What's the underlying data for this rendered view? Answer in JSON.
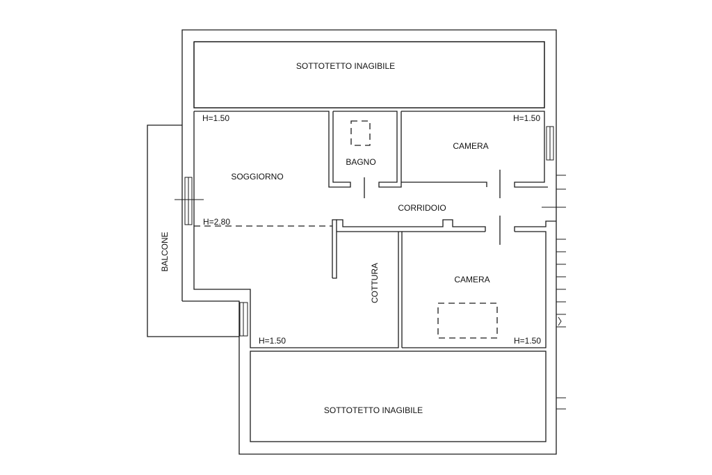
{
  "plan": {
    "rooms": {
      "attic_top": "SOTTOTETTO INAGIBILE",
      "attic_bottom": "SOTTOTETTO INAGIBILE",
      "living": "SOGGIORNO",
      "bathroom": "BAGNO",
      "bedroom_top": "CAMERA",
      "bedroom_bottom": "CAMERA",
      "corridor": "CORRIDOIO",
      "kitchen": "COTTURA",
      "balcony": "BALCONE"
    },
    "heights": {
      "living_corner": "H=1.50",
      "bedroom_top_corner": "H=1.50",
      "ridge_line": "H=2.80",
      "kitchen_corner": "H=1.50",
      "bedroom_bottom_corner": "H=1.50"
    }
  }
}
